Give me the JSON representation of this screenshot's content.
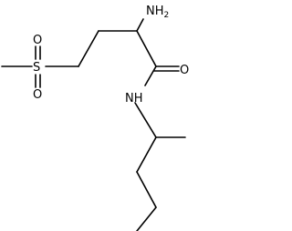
{
  "labels": {
    "nh2": "NH",
    "nh2_sub": "2",
    "sulfur": "S",
    "oxygen_top": "O",
    "oxygen_bottom": "O",
    "oxygen_carbonyl": "O",
    "amide_nh": "NH"
  }
}
